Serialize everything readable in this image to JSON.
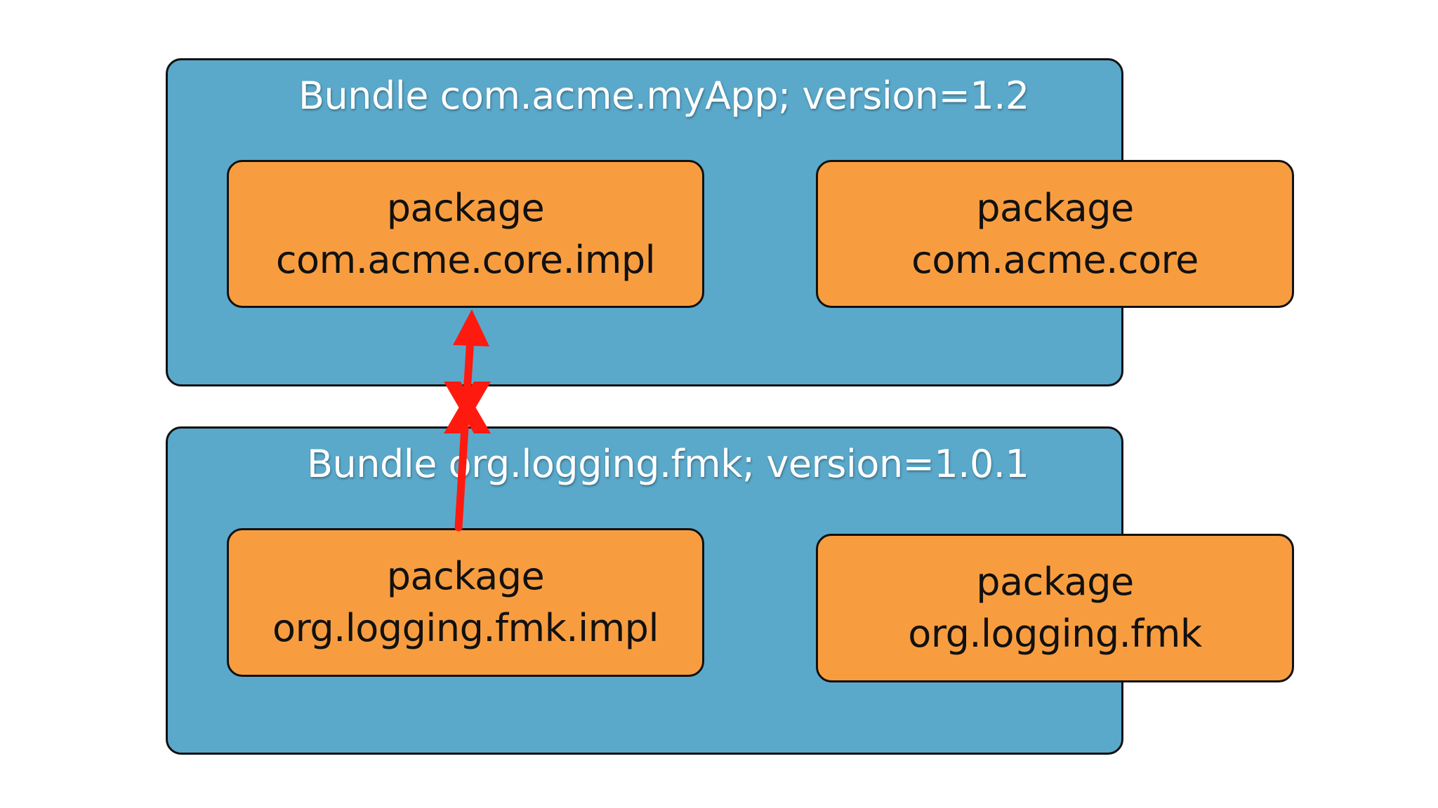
{
  "bundles": [
    {
      "title": "Bundle com.acme.myApp; version=1.2",
      "packages": [
        {
          "keyword": "package",
          "name": "com.acme.core.impl"
        },
        {
          "keyword": "package",
          "name": "com.acme.core"
        }
      ]
    },
    {
      "title": "Bundle org.logging.fmk; version=1.0.1",
      "packages": [
        {
          "keyword": "package",
          "name": "org.logging.fmk.impl"
        },
        {
          "keyword": "package",
          "name": "org.logging.fmk"
        }
      ]
    }
  ],
  "blocked_dependency": {
    "from": "org.logging.fmk.impl",
    "to": "com.acme.core.impl",
    "marker": "X",
    "color": "#ff1a10"
  },
  "colors": {
    "bundle_fill": "#5aa9cb",
    "package_fill": "#f89d3f",
    "outline": "#111111"
  }
}
